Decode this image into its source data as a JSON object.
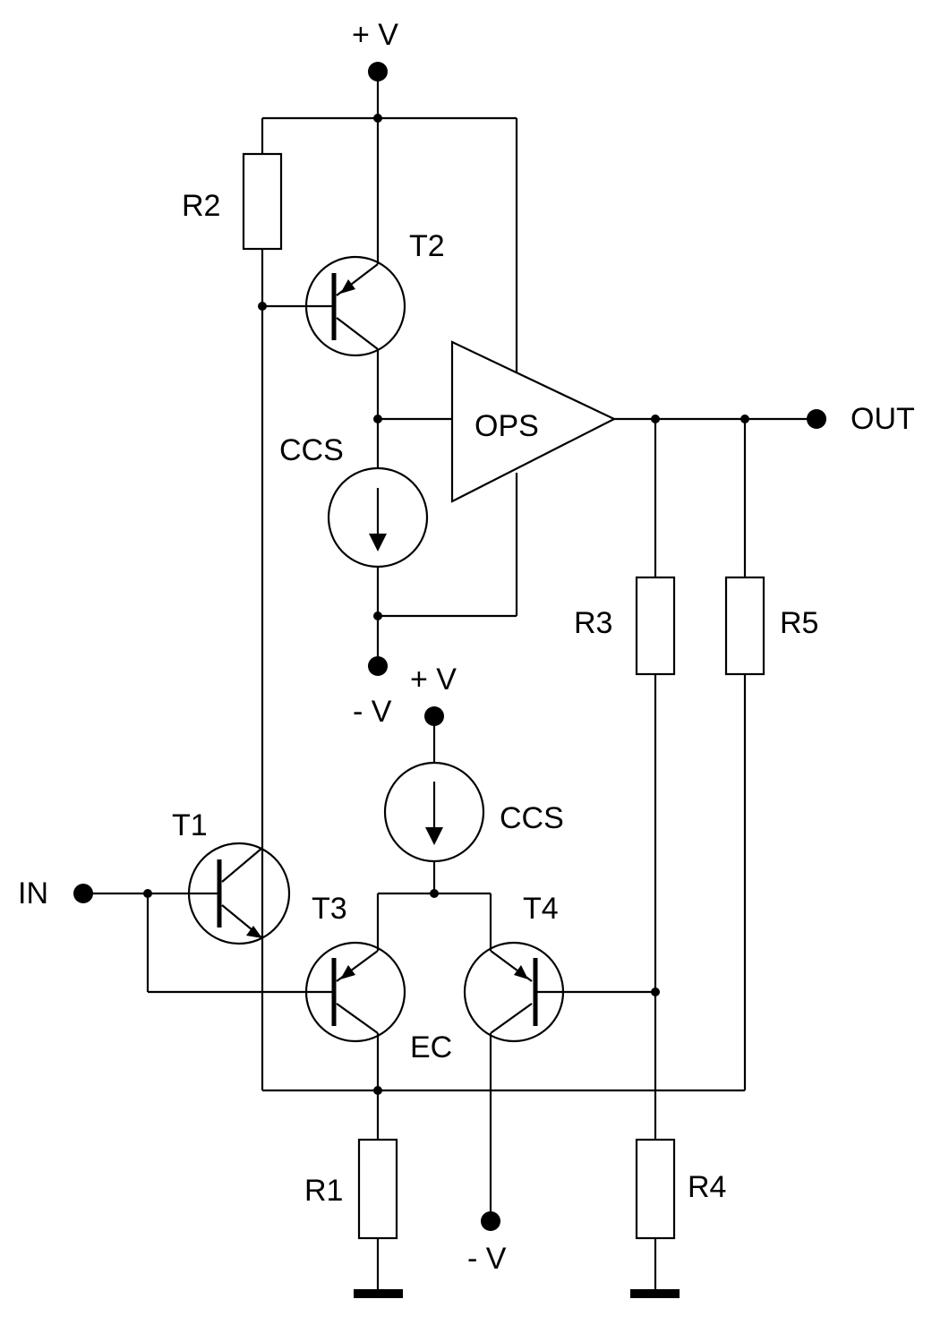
{
  "labels": {
    "vplus_top": "+ V",
    "vminus_mid": "- V",
    "vplus_mid": "+ V",
    "vminus_bottom": "- V",
    "r1": "R1",
    "r2": "R2",
    "r3": "R3",
    "r4": "R4",
    "r5": "R5",
    "t1": "T1",
    "t2": "T2",
    "t3": "T3",
    "t4": "T4",
    "ccs_top": "CCS",
    "ccs_bottom": "CCS",
    "ops": "OPS",
    "in": "IN",
    "out": "OUT",
    "ec": "EC"
  }
}
